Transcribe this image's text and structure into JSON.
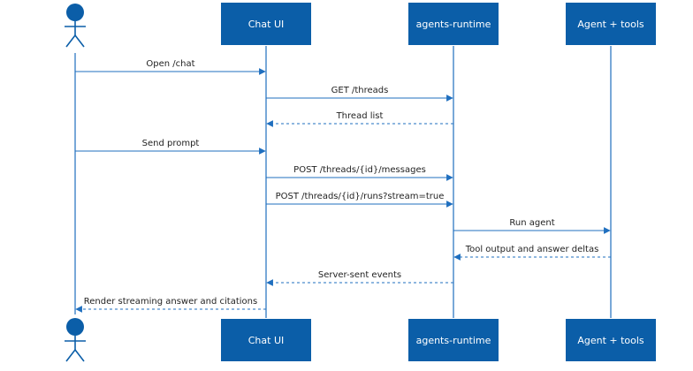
{
  "diagram": {
    "type": "sequence",
    "colors": {
      "participant_fill": "#0b5ea8",
      "participant_text": "#ffffff",
      "line": "#1f6fbf",
      "text": "#1f1f1f"
    },
    "participants": [
      {
        "id": "user",
        "kind": "actor",
        "label": ""
      },
      {
        "id": "chat-ui",
        "kind": "box",
        "label": "Chat UI"
      },
      {
        "id": "agents-runtime",
        "kind": "box",
        "label": "agents-runtime"
      },
      {
        "id": "agent-tools",
        "kind": "box",
        "label": "Agent + tools"
      }
    ],
    "messages": [
      {
        "from": "user",
        "to": "chat-ui",
        "label": "Open /chat",
        "style": "solid"
      },
      {
        "from": "chat-ui",
        "to": "agents-runtime",
        "label": "GET /threads",
        "style": "solid"
      },
      {
        "from": "agents-runtime",
        "to": "chat-ui",
        "label": "Thread list",
        "style": "dashed"
      },
      {
        "from": "user",
        "to": "chat-ui",
        "label": "Send prompt",
        "style": "solid"
      },
      {
        "from": "chat-ui",
        "to": "agents-runtime",
        "label": "POST /threads/{id}/messages",
        "style": "solid"
      },
      {
        "from": "chat-ui",
        "to": "agents-runtime",
        "label": "POST /threads/{id}/runs?stream=true",
        "style": "solid"
      },
      {
        "from": "agents-runtime",
        "to": "agent-tools",
        "label": "Run agent",
        "style": "solid"
      },
      {
        "from": "agent-tools",
        "to": "agents-runtime",
        "label": "Tool output and answer deltas",
        "style": "dashed"
      },
      {
        "from": "agents-runtime",
        "to": "chat-ui",
        "label": "Server-sent events",
        "style": "dashed"
      },
      {
        "from": "chat-ui",
        "to": "user",
        "label": "Render streaming answer and citations",
        "style": "dashed"
      }
    ]
  }
}
